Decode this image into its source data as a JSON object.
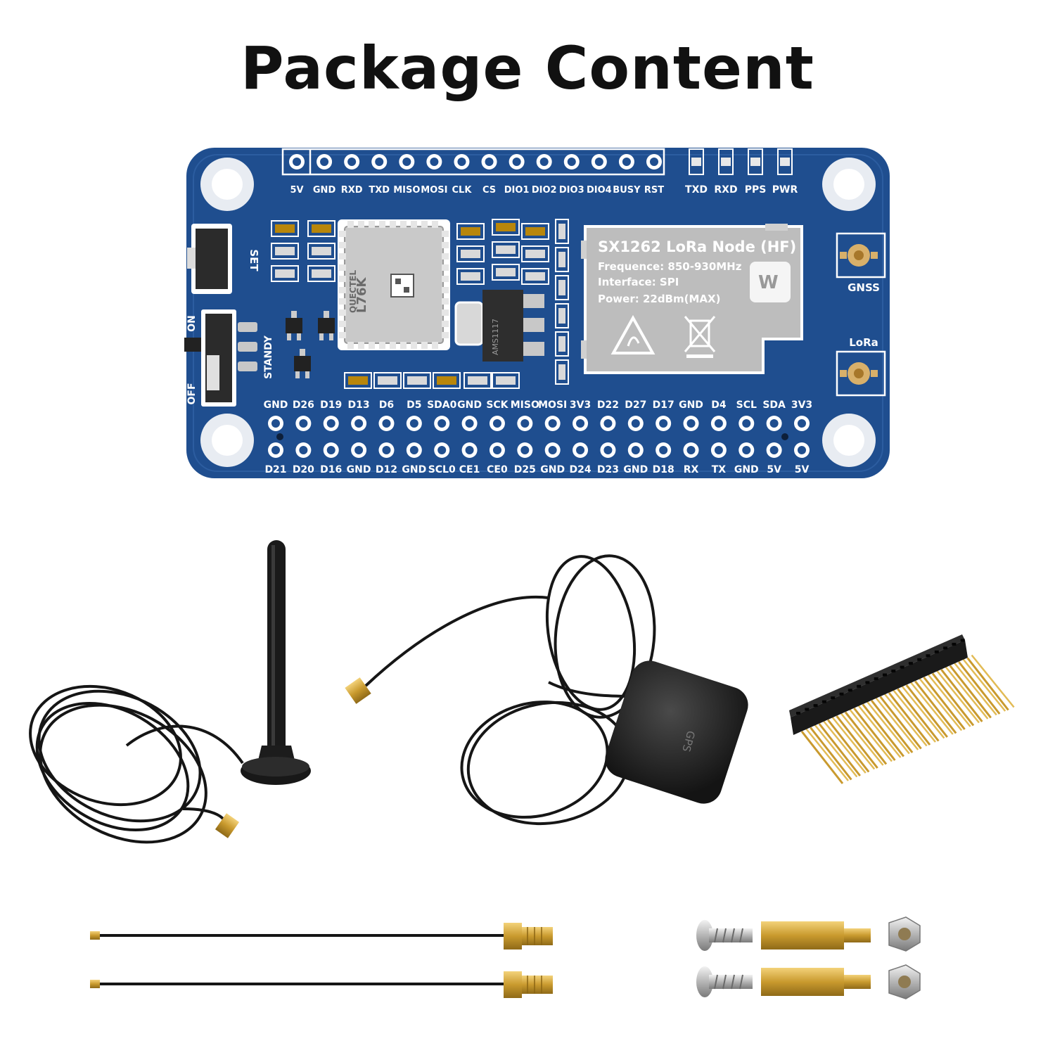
{
  "title": "Package Content",
  "board": {
    "top_pins": [
      "5V",
      "GND",
      "RXD",
      "TXD",
      "MISO",
      "MOSI",
      "CLK",
      "CS",
      "DIO1",
      "DIO2",
      "DIO3",
      "DIO4",
      "BUSY",
      "RST"
    ],
    "leds": [
      "TXD",
      "RXD",
      "PPS",
      "PWR"
    ],
    "gpio_top": [
      "GND",
      "D26",
      "D19",
      "D13",
      "D6",
      "D5",
      "SDA0",
      "GND",
      "SCK",
      "MISO",
      "MOSI",
      "3V3",
      "D22",
      "D27",
      "D17",
      "GND",
      "D4",
      "SCL",
      "SDA",
      "3V3"
    ],
    "gpio_bottom": [
      "D21",
      "D20",
      "D16",
      "GND",
      "D12",
      "GND",
      "SCL0",
      "CE1",
      "CE0",
      "D25",
      "GND",
      "D24",
      "D23",
      "GND",
      "D18",
      "RX",
      "TX",
      "GND",
      "5V",
      "5V"
    ],
    "set_label": "SET",
    "on_label": "ON",
    "off_label": "OFF",
    "standy_label": "STANDY",
    "gnss_label": "GNSS",
    "lora_label": "LoRa",
    "gps_chip_brand": "QUECTEL",
    "gps_chip_model": "L76K",
    "regulator_label": "AMS1117",
    "module": {
      "name": "SX1262 LoRa Node (HF)",
      "frequence": "Frequence: 850-930MHz",
      "interface": "Interface: SPI",
      "power": "Power: 22dBm(MAX)"
    }
  },
  "gps_antenna_label": "GPS",
  "colors": {
    "pcb": "#1f4e8f",
    "pcb_dark": "#163c70",
    "module": "#b9b9b9"
  }
}
